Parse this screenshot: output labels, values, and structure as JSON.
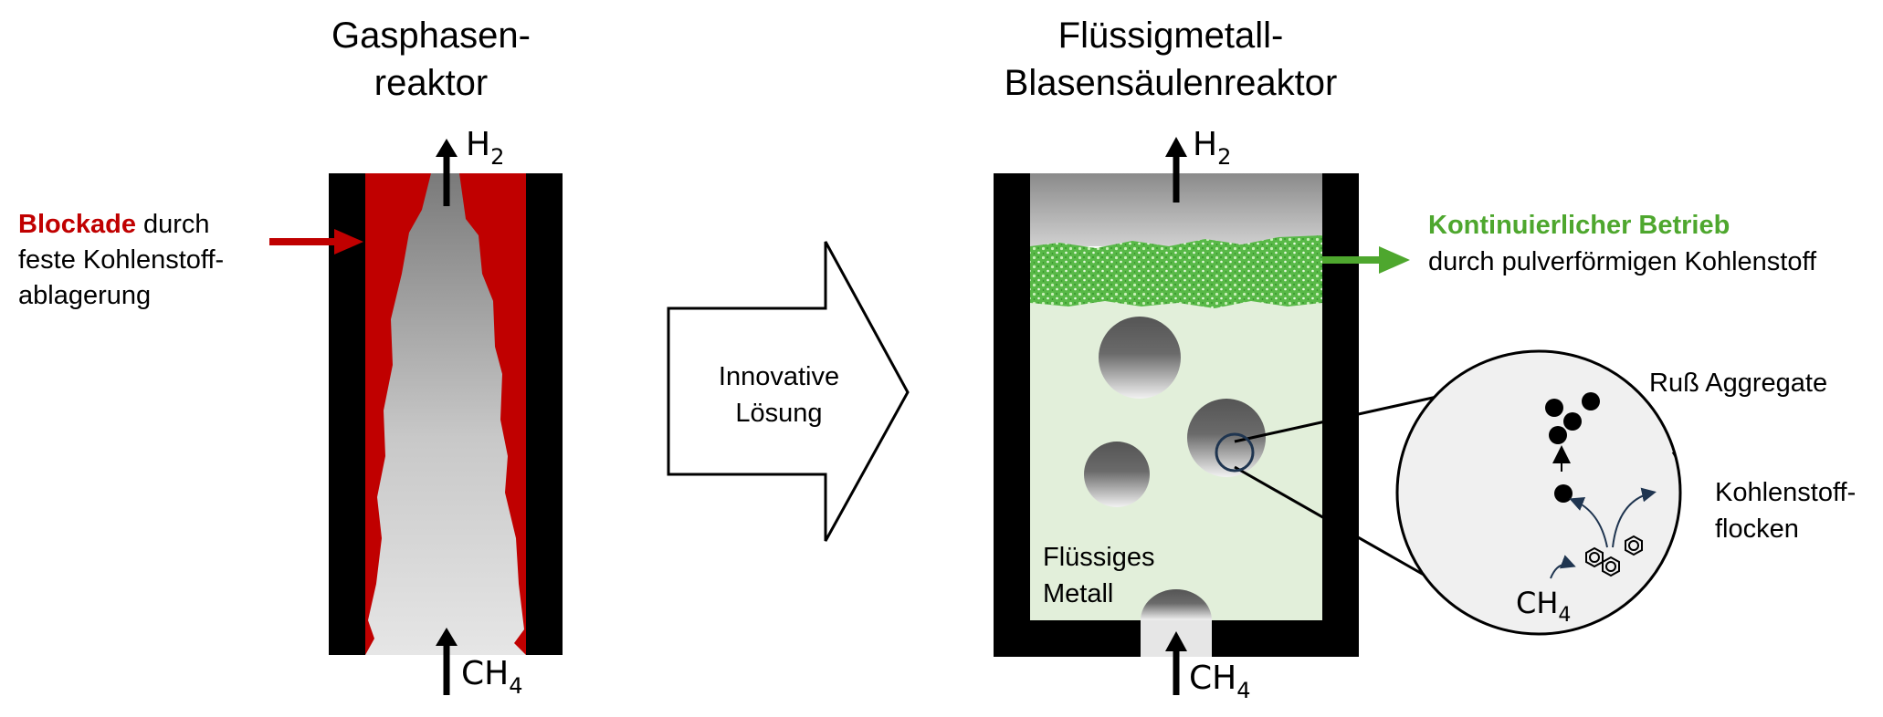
{
  "left_reactor": {
    "title_line1": "Gasphasen-",
    "title_line2": "reaktor",
    "blockade_red": "Blockade",
    "blockade_rest": " durch",
    "blockade_line2": "feste Kohlenstoff-",
    "blockade_line3": "ablagerung",
    "out_gas": "H",
    "out_sub": "2",
    "in_gas": "CH",
    "in_sub": "4"
  },
  "transition": {
    "line1": "Innovative",
    "line2": "Lösung"
  },
  "right_reactor": {
    "title_line1": "Flüssigmetall-",
    "title_line2": "Blasensäulenreaktor",
    "continuous_green": "Kontinuierlicher Betrieb",
    "continuous_line2": "durch pulverförmigen Kohlenstoff",
    "liquid_line1": "Flüssiges",
    "liquid_line2": "Metall",
    "out_gas": "H",
    "out_sub": "2",
    "in_gas": "CH",
    "in_sub": "4"
  },
  "zoom": {
    "soot_label": "Ruß Aggregate",
    "flakes_line1": "Kohlenstoff-",
    "flakes_line2": "flocken",
    "ch4_gas": "CH",
    "ch4_sub": "4"
  },
  "colors": {
    "red": "#c00000",
    "green": "#4ea72e",
    "liquid": "#e2efda",
    "black": "#000000"
  }
}
